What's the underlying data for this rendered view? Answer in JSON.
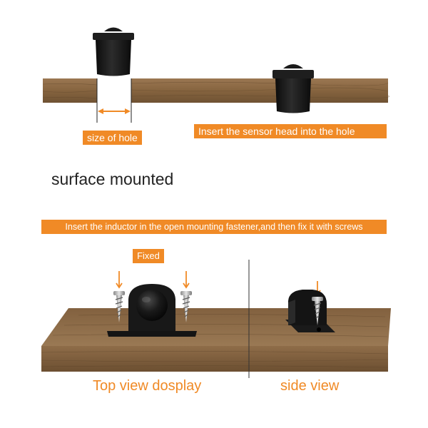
{
  "labels": {
    "hole_size": "size of hole",
    "insert_head": "Insert the sensor head into the hole",
    "section_title": "surface mounted",
    "insert_inductor": "Insert the inductor in the open mounting fastener,and then fix it with screws",
    "fixed": "Fixed",
    "top_view": "Top view dosplay",
    "side_view": "side view"
  },
  "colors": {
    "accent": "#f08a26",
    "wood": "#8b6a47",
    "sensor": "#161616"
  },
  "icons": [
    "sensor-icon",
    "screw-icon",
    "bracket-icon",
    "arrow-down-icon"
  ]
}
